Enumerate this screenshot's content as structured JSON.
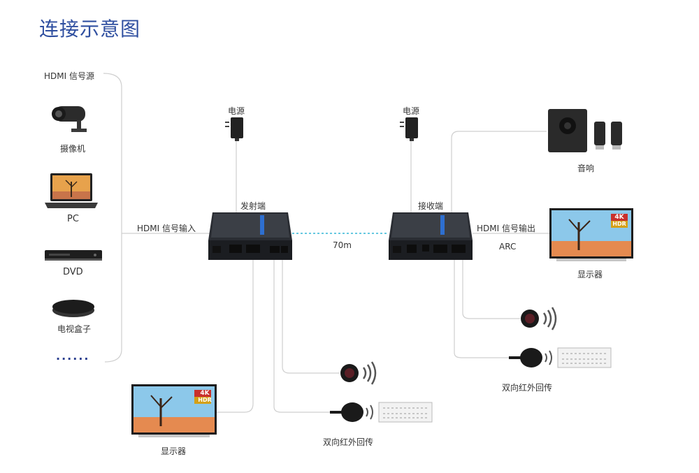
{
  "title": "连接示意图",
  "sources": {
    "heading": "HDMI 信号源",
    "items": [
      {
        "label": "摄像机",
        "icon": "camera-icon"
      },
      {
        "label": "PC",
        "icon": "laptop-icon"
      },
      {
        "label": "DVD",
        "icon": "dvd-player-icon"
      },
      {
        "label": "电视盒子",
        "icon": "tv-box-icon"
      }
    ],
    "more": "......"
  },
  "transmitter": {
    "power_label": "电源",
    "device_label": "发射端",
    "input_label": "HDMI 信号输入",
    "local_display_label": "显示器",
    "ir_label": "双向红外回传"
  },
  "link": {
    "distance": "70m"
  },
  "receiver": {
    "power_label": "电源",
    "device_label": "接收端",
    "output_label": "HDMI 信号输出",
    "arc_label": "ARC",
    "audio_label": "音响",
    "display_label": "显示器",
    "ir_label": "双向红外回传"
  },
  "badges": {
    "resolution": "4K",
    "hdr": "HDR"
  },
  "colors": {
    "title": "#2f4fa0",
    "wire": "#cfcfcf",
    "link": "#33b6d6"
  }
}
